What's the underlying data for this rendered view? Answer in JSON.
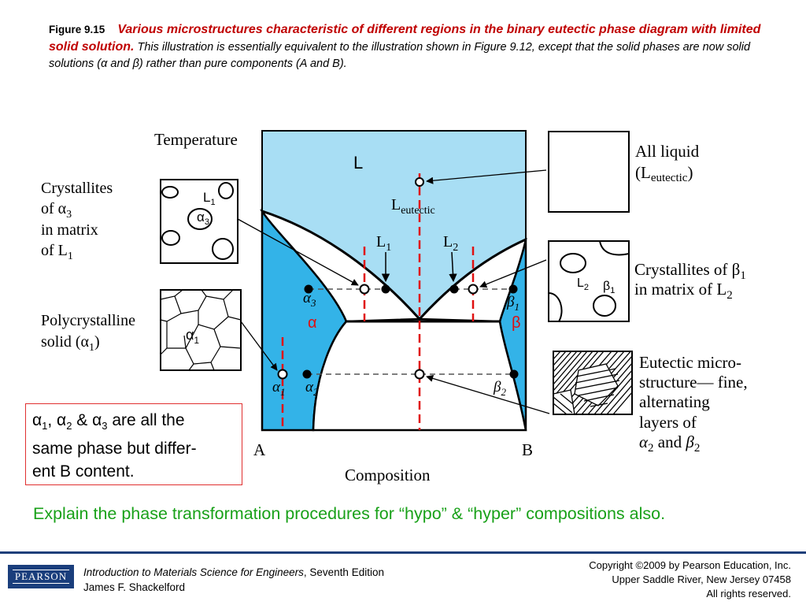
{
  "caption": {
    "figure_label": "Figure 9.15",
    "title": "Various microstructures characteristic of different regions in the binary eutectic phase diagram with limited solid solution.",
    "description": "This illustration is essentially equivalent to the illustration shown in Figure 9.12, except that the solid phases are now solid solutions (α and β) rather than pure components (A and B)."
  },
  "diagram": {
    "y_axis_label": "Temperature",
    "x_axis_label": "Composition",
    "component_a": "A",
    "component_b": "B",
    "region_liquid": "L",
    "eutectic_point_label": "L",
    "eutectic_point_sub": "eutectic",
    "liquid_1": "L",
    "liquid_1_sub": "1",
    "liquid_2": "L",
    "liquid_2_sub": "2",
    "alpha_region": "α",
    "beta_region": "β",
    "alpha_3": "α",
    "alpha_3_sub": "3",
    "beta_1": "β",
    "beta_1_sub": "1",
    "alpha_1": "α",
    "alpha_1_sub": "1",
    "alpha_2": "α",
    "alpha_2_sub": "2",
    "beta_2": "β",
    "beta_2_sub": "2",
    "colors": {
      "liquid": "#a8def4",
      "solid": "#33b3e8",
      "highlight": "#e01010",
      "lines": "#000000"
    }
  },
  "micrographs": {
    "crystallites_alpha3_line1": "Crystallites",
    "crystallites_alpha3_line2_pre": "of α",
    "crystallites_alpha3_line2_sub": "3",
    "crystallites_alpha3_line3": "in matrix",
    "crystallites_alpha3_line4_pre": "of L",
    "crystallites_alpha3_line4_sub": "1",
    "box1_L": "L",
    "box1_L_sub": "1",
    "box1_alpha": "α",
    "box1_alpha_sub": "3",
    "poly_line1": "Polycrystalline",
    "poly_line2_pre": "solid (α",
    "poly_line2_sub": "1",
    "poly_line2_post": ")",
    "box2_alpha": "α",
    "box2_alpha_sub": "1",
    "all_liquid_line1": "All liquid",
    "all_liquid_line2_pre": "(L",
    "all_liquid_line2_sub": "eutectic",
    "all_liquid_line2_post": ")",
    "beta_cryst_line1_pre": "Crystallites of β",
    "beta_cryst_line1_sub": "1",
    "beta_cryst_line2_pre": "in matrix of L",
    "beta_cryst_line2_sub": "2",
    "box4_L": "L",
    "box4_L_sub": "2",
    "box4_beta": "β",
    "box4_beta_sub": "1",
    "eutectic_line1": "Eutectic micro-",
    "eutectic_line2": "structure— fine,",
    "eutectic_line3": "alternating",
    "eutectic_line4": "layers of",
    "eutectic_line5_a": "α",
    "eutectic_line5_a_sub": "2",
    "eutectic_line5_mid": " and ",
    "eutectic_line5_b": "β",
    "eutectic_line5_b_sub": "2"
  },
  "note": {
    "a1": "α",
    "a1_sub": "1",
    "sep1": ", ",
    "a2": "α",
    "a2_sub": "2",
    "sep2": " & ",
    "a3": "α",
    "a3_sub": "3",
    "line1_rest": " are all the",
    "line2": "same phase but differ-",
    "line3": "ent B content."
  },
  "question": "Explain the phase transformation procedures for “hypo” & “hyper” compositions also.",
  "footer": {
    "logo": "PEARSON",
    "book_title": "Introduction to Materials Science for Engineers",
    "book_edition": ", Seventh Edition",
    "author": "James F. Shackelford",
    "copyright_line1": "Copyright ©2009 by Pearson Education, Inc.",
    "copyright_line2": "Upper Saddle River, New Jersey 07458",
    "copyright_line3": "All rights reserved."
  }
}
